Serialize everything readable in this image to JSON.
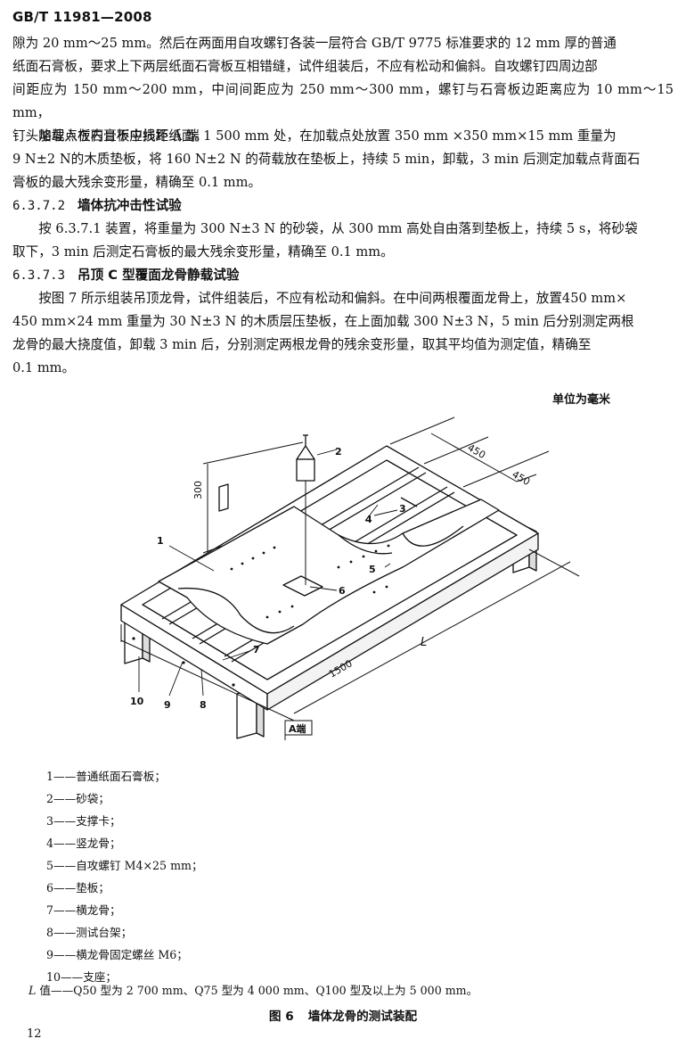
{
  "header": {
    "standard_code": "GB/T 11981—2008"
  },
  "body": {
    "para1_lines": [
      "隙为 20 mm～25 mm。然后在两面用自攻螺钉各装一层符合 GB/T 9775 标准要求的 12 mm 厚的普通",
      "纸面石膏板，要求上下两层纸面石膏板互相错缝，试件组装后，不应有松动和偏斜。自攻螺钉四周边部",
      "间距应为 150 mm～200 mm，中间间距应为 250 mm～300 mm，螺钉与石膏板边距离应为 10 mm～15 mm，",
      "钉头略埋入板内且不应损坏纸面。"
    ],
    "para2_lines": [
      "　　加载点在石膏板中线距 A 端 1 500 mm 处，在加载点处放置 350 mm ×350 mm×15 mm 重量为",
      "9 N±2 N的木质垫板，将 160 N±2 N 的荷载放在垫板上，持续 5 min，卸载，3 min 后测定加载点背面石",
      "膏板的最大残余变形量，精确至 0.1 mm。"
    ],
    "sec_6372": {
      "number": "6.3.7.2",
      "title": "墙体抗冲击性试验"
    },
    "para3_lines": [
      "　　按 6.3.7.1 装置，将重量为 300 N±3 N 的砂袋，从 300 mm 高处自由落到垫板上，持续 5 s，将砂袋",
      "取下，3 min 后测定石膏板的最大残余变形量，精确至 0.1 mm。"
    ],
    "sec_6373": {
      "number": "6.3.7.3",
      "title": "吊顶 C 型覆面龙骨静载试验"
    },
    "para4_lines": [
      "　　按图 7 所示组装吊顶龙骨，试件组装后，不应有松动和偏斜。在中间两根覆面龙骨上，放置450 mm×",
      "450 mm×24 mm 重量为 30 N±3 N 的木质层压垫板，在上面加载 300 N±3 N，5 min 后分别测定两根",
      "龙骨的最大挠度值，卸载 3 min 后，分别测定两根龙骨的残余变形量，取其平均值为测定值，精确至",
      "0.1 mm。"
    ]
  },
  "figure": {
    "unit_note": "单位为毫米",
    "dims": {
      "d300": "300",
      "d450a": "450",
      "d450b": "450",
      "dL": "L",
      "d1500": "1500"
    },
    "end_label": "A端",
    "callouts": {
      "c1": "1",
      "c2": "2",
      "c3": "3",
      "c4": "4",
      "c5": "5",
      "c6": "6",
      "c7": "7",
      "c8": "8",
      "c9": "9",
      "c10": "10"
    },
    "legend": [
      "1——普通纸面石膏板；",
      "2——砂袋；",
      "3——支撑卡；",
      "4——竖龙骨；",
      "5——自攻螺钉 M4×25 mm；",
      "6——垫板；",
      "7——横龙骨；",
      "8——测试台架；",
      "9——横龙骨固定螺丝 M6；",
      "10——支座；"
    ],
    "l_value": {
      "symbol": "L",
      "text": " 值——Q50 型为 2 700 mm、Q75 型为 4 000 mm、Q100 型及以上为 5 000 mm。"
    },
    "caption": {
      "number": "图 6",
      "title": "墙体龙骨的测试装配"
    }
  },
  "footer": {
    "page_number": "12"
  }
}
